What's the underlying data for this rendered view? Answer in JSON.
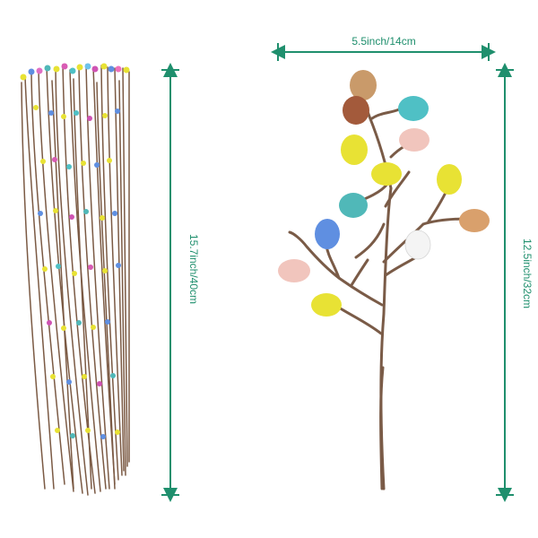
{
  "dimensions": {
    "width_label": "5.5inch/14cm",
    "bundle_height_label": "15.7inch/40cm",
    "stem_height_label": "12.5inch/32cm"
  },
  "colors": {
    "dimension_line": "#1f8f6d",
    "stem": "#7a5b47",
    "egg_palette": [
      "#c99a6a",
      "#a35a3b",
      "#4fc0c5",
      "#e8e234",
      "#f1c5bd",
      "#5f8fe1",
      "#f4f4f4",
      "#d9a06c",
      "#50b8b8"
    ]
  }
}
